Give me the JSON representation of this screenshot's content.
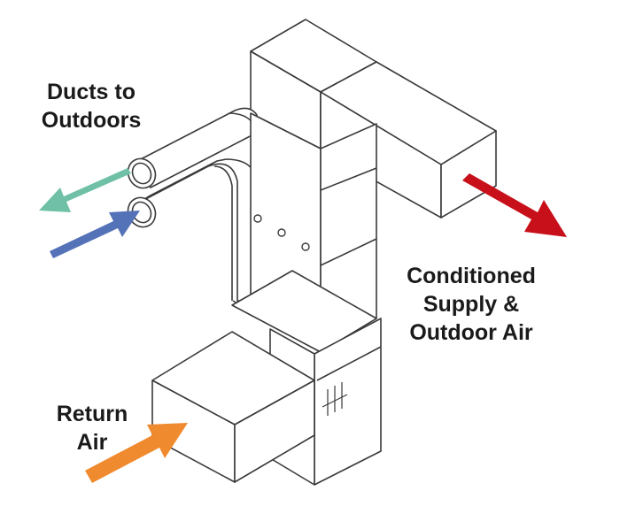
{
  "labels": {
    "ducts": [
      "Ducts to",
      "Outdoors"
    ],
    "conditioned": [
      "Conditioned",
      "Supply &",
      "Outdoor Air"
    ],
    "return": [
      "Return",
      "Air"
    ]
  },
  "colors": {
    "exhaust_arrow": "#6fc0a6",
    "intake_arrow": "#5472b8",
    "supply_arrow": "#c8101a",
    "return_arrow": "#f08a2e",
    "outline": "#3a3a3a"
  },
  "icons": {
    "exhaust": "arrow-left-icon",
    "intake": "arrow-right-icon",
    "supply": "arrow-down-right-icon",
    "return": "arrow-up-right-icon"
  }
}
